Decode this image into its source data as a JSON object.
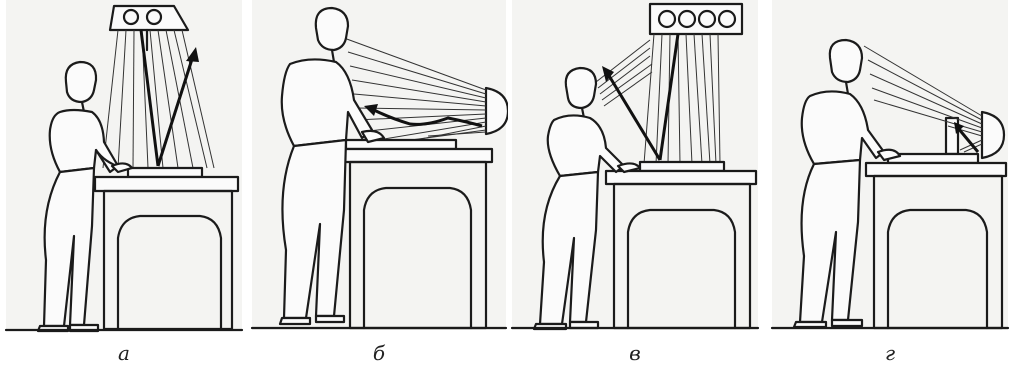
{
  "panels": [
    {
      "id": "a",
      "label": "а",
      "source": "overhead",
      "lamps": 2
    },
    {
      "id": "b",
      "label": "б",
      "source": "front",
      "lamps": 0
    },
    {
      "id": "v",
      "label": "в",
      "source": "overhead",
      "lamps": 4
    },
    {
      "id": "g",
      "label": "г",
      "source": "front",
      "lamps": 0
    }
  ]
}
